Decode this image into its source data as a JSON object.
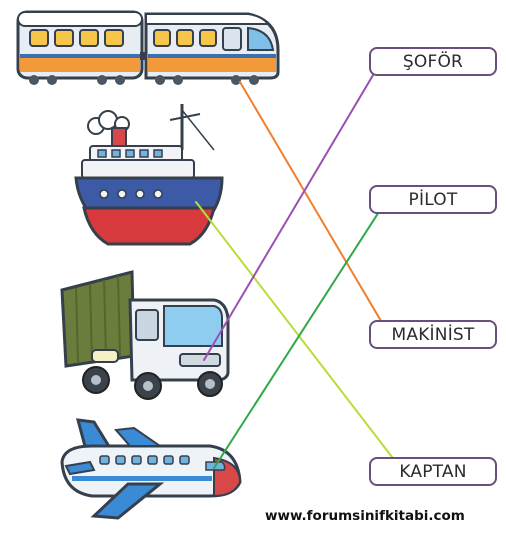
{
  "labels": {
    "sofor": "ŞOFÖR",
    "pilot": "PİLOT",
    "makinist": "MAKİNİST",
    "kaptan": "KAPTAN"
  },
  "vehicles": [
    "train-icon",
    "ship-icon",
    "truck-icon",
    "airplane-icon"
  ],
  "matches": [
    {
      "vehicle": "train",
      "label": "MAKİNİST",
      "color": "#f07f2c"
    },
    {
      "vehicle": "ship",
      "label": "KAPTAN",
      "color": "#b6dd3a"
    },
    {
      "vehicle": "truck",
      "label": "ŞOFÖR",
      "color": "#9b4fb0"
    },
    {
      "vehicle": "airplane",
      "label": "PİLOT",
      "color": "#2fa84a"
    }
  ],
  "footer": "www.forumsinifkitabi.com"
}
